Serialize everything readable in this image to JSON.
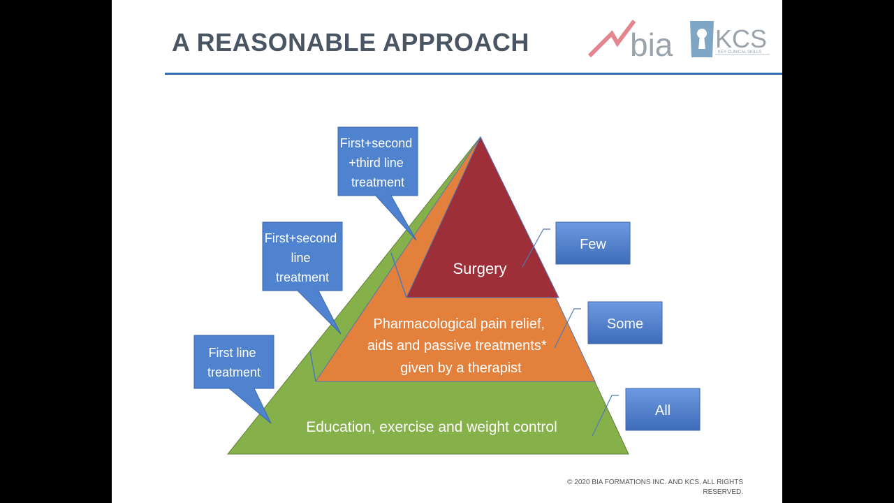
{
  "slide": {
    "title": "A REASONABLE APPROACH",
    "footer_line1": "© 2020 BIA FORMATIONS INC. AND KCS. ALL RIGHTS",
    "footer_line2": "RESERVED."
  },
  "logos": {
    "bia": "bia",
    "kcs": "KCS",
    "kcs_tagline": "KEY CLINICAL SKILLS"
  },
  "pyramid": {
    "top": "Surgery",
    "middle": [
      "Pharmacological pain relief,",
      "aids and passive treatments*",
      "given by a therapist"
    ],
    "base": "Education, exercise and weight control"
  },
  "callouts": {
    "third": [
      "First+second",
      "+third line",
      "treatment"
    ],
    "second": [
      "First+second",
      "line",
      "treatment"
    ],
    "first": [
      "First line",
      "treatment"
    ]
  },
  "labels": {
    "few": "Few",
    "some": "Some",
    "all": "All"
  },
  "colors": {
    "green": "#86b04a",
    "orange": "#e2803c",
    "red": "#9e2f38",
    "blue": "#4f82cf",
    "title": "#4a5563",
    "rule": "#2f6eb0"
  }
}
